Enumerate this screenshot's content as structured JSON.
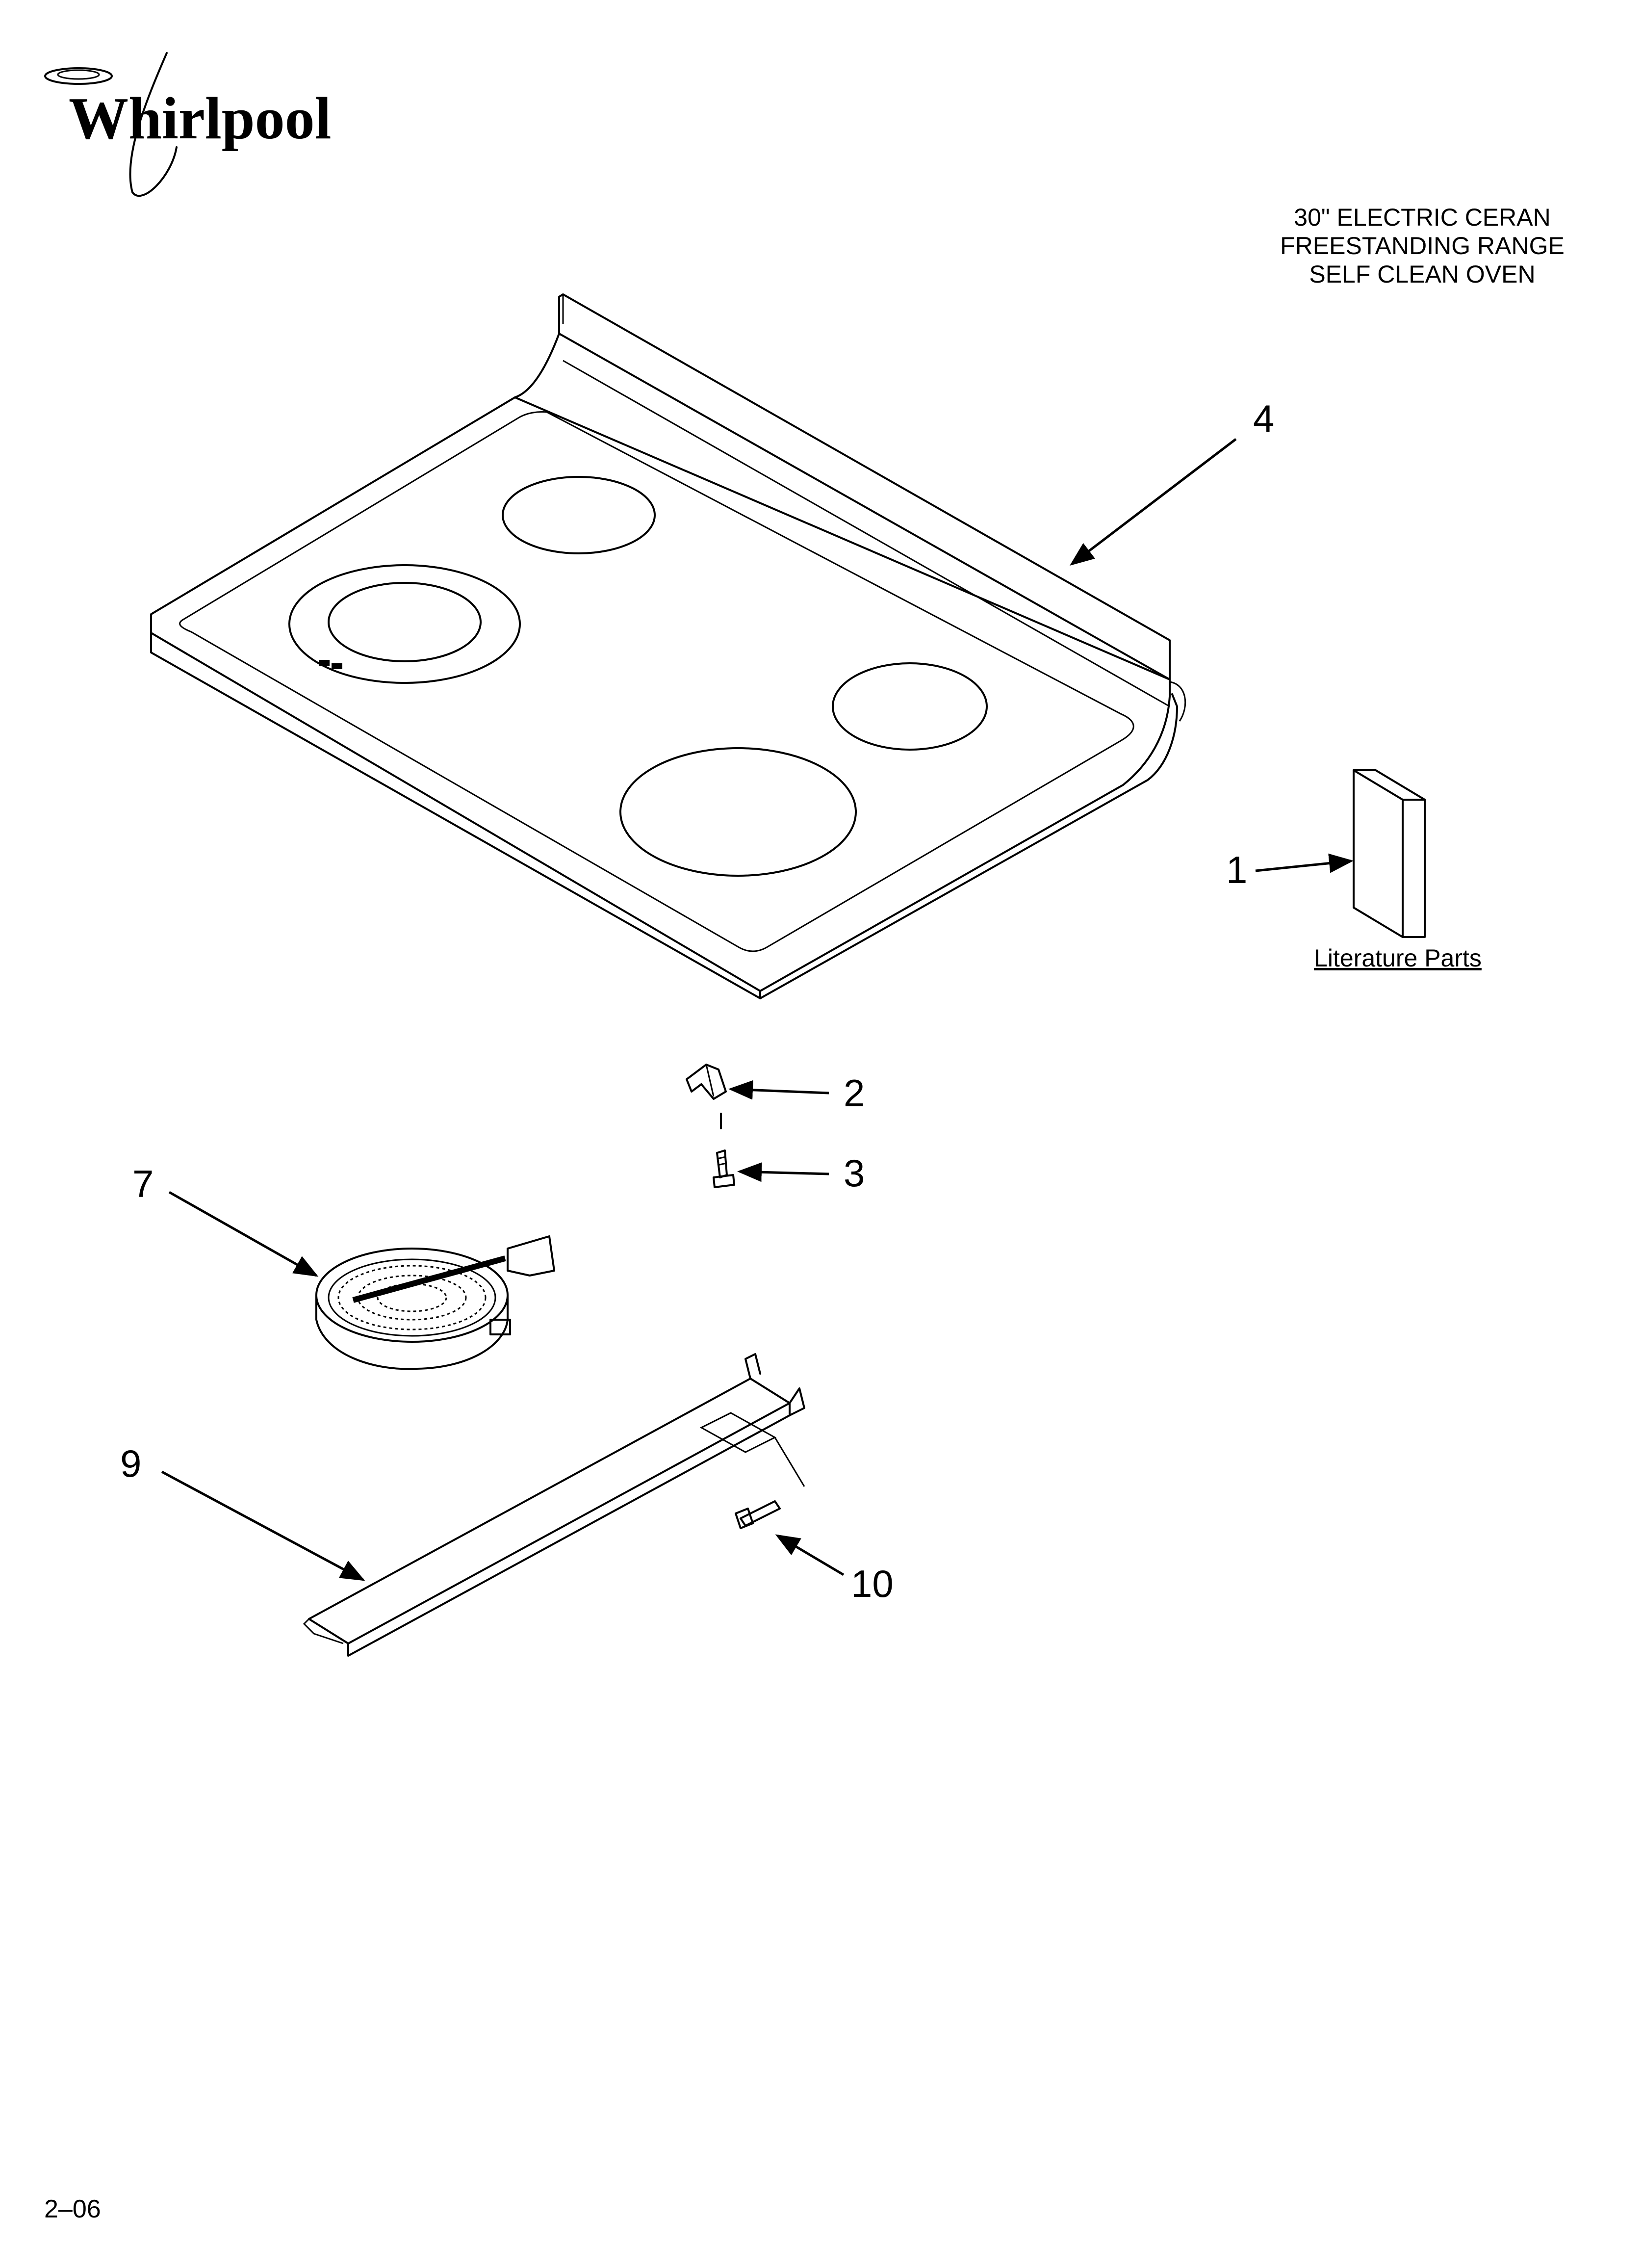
{
  "brand": {
    "name": "Whirlpool"
  },
  "title_lines": [
    "30\" ELECTRIC CERAN",
    "FREESTANDING RANGE",
    "SELF CLEAN OVEN"
  ],
  "literature_label": "Literature Parts",
  "footer_code": "2–06",
  "callouts": [
    {
      "number": "1",
      "part": "literature-parts"
    },
    {
      "number": "2",
      "part": "clip"
    },
    {
      "number": "3",
      "part": "screw"
    },
    {
      "number": "4",
      "part": "cooktop"
    },
    {
      "number": "7",
      "part": "radiant-element"
    },
    {
      "number": "9",
      "part": "bracket"
    },
    {
      "number": "10",
      "part": "screw"
    }
  ],
  "colors": {
    "line": "#000000",
    "background": "#ffffff"
  }
}
